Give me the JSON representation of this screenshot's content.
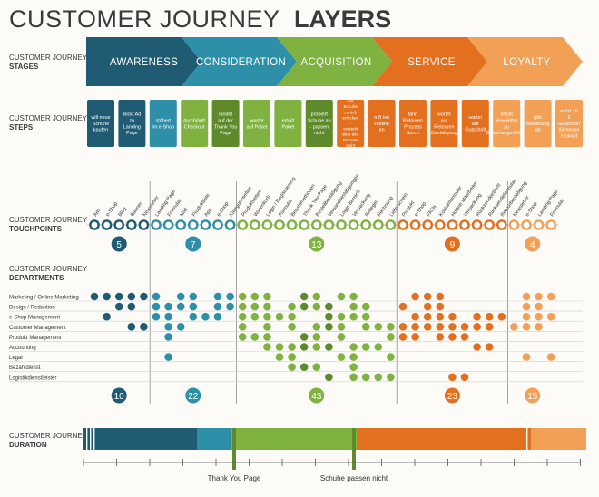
{
  "title": {
    "light": "CUSTOMER JOURNEY",
    "bold": "LAYERS"
  },
  "colors": {
    "awareness": "#1f5c73",
    "consideration": "#2e8fa8",
    "acquisition": "#7fb241",
    "acquisition_dark": "#5e8a2c",
    "service": "#e2701e",
    "loyalty": "#f3a057",
    "text": "#3a3a3a",
    "line": "#9a9a9a"
  },
  "sections": {
    "stages": {
      "l1": "CUSTOMER JOURNEY",
      "l2": "STAGES"
    },
    "steps": {
      "l1": "CUSTOMER JOURNEY",
      "l2": "STEPS"
    },
    "touchpoints": {
      "l1": "CUSTOMER JOURNEY",
      "l2": "TOUCHPOINTS"
    },
    "departments": {
      "l1": "CUSTOMER JOURNEY",
      "l2": "DEPARTMENTS"
    },
    "duration": {
      "l1": "CUSTOMER JOURNEY",
      "l2": "DURATION"
    }
  },
  "stages": [
    {
      "label": "AWARENESS",
      "color": "#1f5c73"
    },
    {
      "label": "CONSIDERATION",
      "color": "#2e8fa8"
    },
    {
      "label": "ACQUISITION",
      "color": "#7fb241"
    },
    {
      "label": "SERVICE",
      "color": "#e2701e"
    },
    {
      "label": "LOYALTY",
      "color": "#f3a057"
    }
  ],
  "steps": [
    {
      "text": "will neue Schuhe kaufen",
      "color": "#1f5c73"
    },
    {
      "text": "klickt Ad zu Landing Page",
      "color": "#1f5c73"
    },
    {
      "text": "stöbert im e-Shop",
      "color": "#2e8fa8"
    },
    {
      "text": "durchläuft Checkout",
      "color": "#7fb241"
    },
    {
      "text": "landet auf der Thank You Page",
      "color": "#5e8a2c"
    },
    {
      "text": "wartet auf Paket",
      "color": "#7fb241"
    },
    {
      "text": "erhält Paket",
      "color": "#7fb241"
    },
    {
      "text": "probiert Schuhe an - passen nicht",
      "color": "#5e8a2c"
    },
    {
      "text": "will Schuhe zurück schicken - versteht aber den Prozess nicht",
      "color": "#e2701e"
    },
    {
      "text": "ruft bei Hotline an",
      "color": "#e2701e"
    },
    {
      "text": "fährt Retouren Prozess durch",
      "color": "#e2701e"
    },
    {
      "text": "wartet auf Retouren Bestätigung",
      "color": "#e2701e"
    },
    {
      "text": "wartet auf Gutschrift",
      "color": "#e2701e"
    },
    {
      "text": "erhält Newsletter zu Bewertungs-Aktion",
      "color": "#f3a057"
    },
    {
      "text": "gibt Bewertung ab",
      "color": "#f3a057"
    },
    {
      "text": "nutzt 10 € Gutschein für neuen Einkauf",
      "color": "#f3a057"
    }
  ],
  "touchpoints": [
    "Ads",
    "e-Shop",
    "Blog",
    "Banner",
    "Newsletter",
    "Landing Page",
    "Formular",
    "Mail",
    "Produktliste",
    "App",
    "e-Shop",
    "Kategorieseiten",
    "Produktseiten",
    "Warenkorb",
    "Login / Registrierung",
    "Formular",
    "Bezahlmethoden",
    "Thank You Page",
    "Bestellbestätigung",
    "Versandbestätigungen",
    "Login Bereich",
    "Verpackung",
    "Beileger",
    "Rechnung",
    "Lieferschein",
    "Produkt",
    "e-Shop",
    "FAQs",
    "Kontaktformular",
    "Hotline Mitarbeiter",
    "Verpackung",
    "Rücksendeetikett",
    "Rücksendeformular",
    "Retourbestätigung",
    "Newsletter",
    "e-Shop",
    "Landing Page",
    "Formular"
  ],
  "touchpoint_counts": [
    {
      "value": "5",
      "color": "#1f5c73"
    },
    {
      "value": "7",
      "color": "#2e8fa8"
    },
    {
      "value": "13",
      "color": "#7fb241"
    },
    {
      "value": "9",
      "color": "#e2701e"
    },
    {
      "value": "4",
      "color": "#f3a057"
    }
  ],
  "departments": [
    "Marketing / Online Marketing",
    "Design / Redaktion",
    "e-Shop Management",
    "Customer Management",
    "Produkt Management",
    "Accounting",
    "Legal",
    "Bezahldienst",
    "Logistikdienstleister"
  ],
  "department_counts": [
    {
      "value": "10",
      "color": "#1f5c73"
    },
    {
      "value": "22",
      "color": "#2e8fa8"
    },
    {
      "value": "43",
      "color": "#7fb241"
    },
    {
      "value": "23",
      "color": "#e2701e"
    },
    {
      "value": "15",
      "color": "#f3a057"
    }
  ],
  "duration": {
    "markers": [
      {
        "label": "Thank You Page"
      },
      {
        "label": "Schuhe passen nicht"
      }
    ]
  }
}
